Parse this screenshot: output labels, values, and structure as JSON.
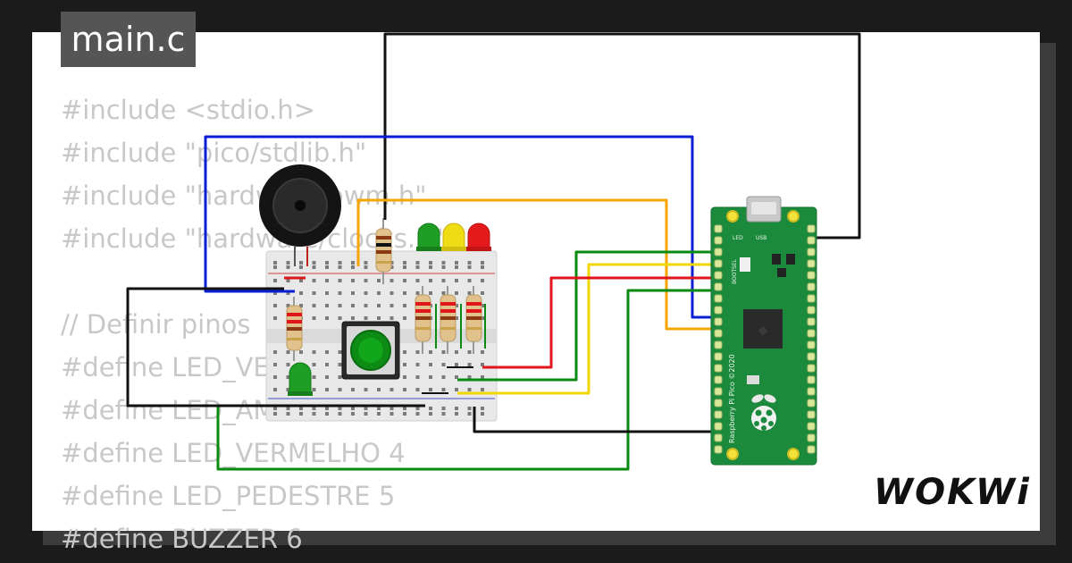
{
  "editor": {
    "filename": "main.c",
    "code_lines": [
      "#include <stdio.h>",
      "#include \"pico/stdlib.h\"",
      "#include \"hardware/pwm.h\"",
      "#include \"hardware/clocks.h\"",
      "",
      "// Definir pinos",
      "#define LED_VERDE 2",
      "#define LED_AMARELO 3",
      "#define LED_VERMELHO 4",
      "#define LED_PEDESTRE 5",
      "#define BUZZER 6"
    ]
  },
  "board": {
    "labels": {
      "led": "LED",
      "usb": "USB",
      "bootsel": "BOOTSEL",
      "pico_text": "Raspberry Pi Pico ©2020"
    }
  },
  "components": {
    "leds": [
      "green",
      "yellow",
      "red",
      "green"
    ],
    "wire_colors": {
      "black": "#111111",
      "blue": "#0a1fd4",
      "orange": "#f5a400",
      "green": "#0b8a12",
      "red": "#e0161a",
      "yellow": "#f2d600"
    }
  },
  "brand": {
    "logo": "WOKWi"
  }
}
